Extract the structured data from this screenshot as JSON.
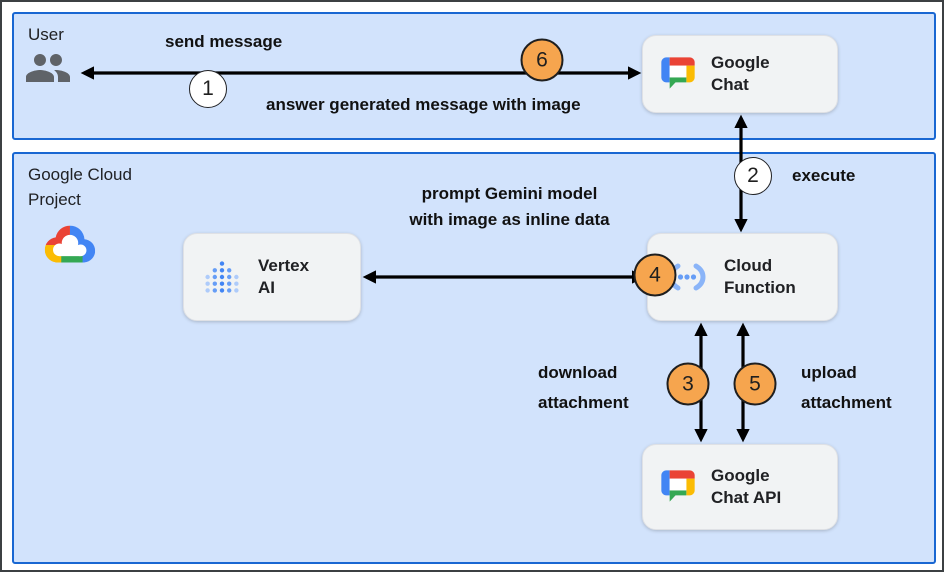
{
  "regions": {
    "user": {
      "label": "User"
    },
    "gcp": {
      "line1": "Google Cloud",
      "line2": "Project"
    }
  },
  "nodes": {
    "google_chat": {
      "line1": "Google",
      "line2": "Chat"
    },
    "vertex_ai": {
      "line1": "Vertex",
      "line2": "AI"
    },
    "cloud_function": {
      "line1": "Cloud",
      "line2": "Function"
    },
    "google_chat_api": {
      "line1": "Google",
      "line2": "Chat API"
    }
  },
  "labels": {
    "send_message": "send message",
    "answer": "answer generated message with image",
    "execute": "execute",
    "prompt_line1": "prompt Gemini model",
    "prompt_line2": "with image as inline data",
    "download_line1": "download",
    "download_line2": "attachment",
    "upload_line1": "upload",
    "upload_line2": "attachment"
  },
  "steps": {
    "step1": "1",
    "step2": "2",
    "step3": "3",
    "step4": "4",
    "step5": "5",
    "step6": "6"
  },
  "icons": {
    "user": "group-icon",
    "google_cloud": "google-cloud-icon",
    "google_chat": "google-chat-icon",
    "vertex_ai": "vertex-ai-icon",
    "cloud_function": "cloud-function-icon",
    "google_chat_api": "google-chat-icon"
  },
  "colors": {
    "region_fill": "#d2e3fc",
    "region_border": "#1967d2",
    "node_fill": "#f1f3f4",
    "badge_orange": "#f6a54e",
    "badge_white": "#ffffff",
    "arrow": "#000000",
    "google_blue": "#4285F4",
    "google_red": "#EA4335",
    "google_yellow": "#FBBC04",
    "google_green": "#34A853"
  }
}
